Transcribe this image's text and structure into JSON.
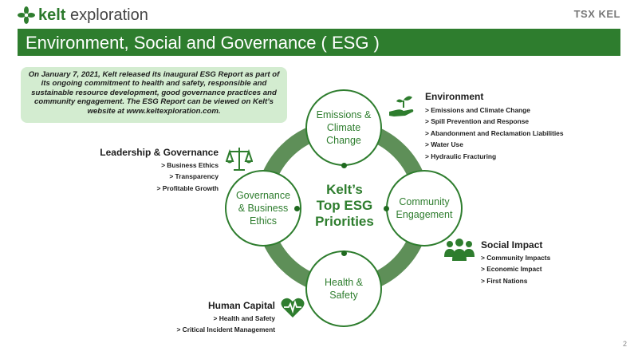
{
  "brand": {
    "name_bold": "kelt",
    "name_rest": " exploration",
    "ticker": "TSX KEL"
  },
  "title": "Environment, Social and Governance ( ESG )",
  "note": "On January 7, 2021, Kelt released its inaugural ESG Report as part of its ongoing commitment to health and safety, responsible and sustainable resource development, good governance practices and community engagement. The ESG Report can be viewed on Kelt’s website at www.keltexploration.com.",
  "center": [
    "Kelt’s",
    "Top ESG",
    "Priorities"
  ],
  "circles": {
    "top": [
      "Emissions &",
      "Climate",
      "Change"
    ],
    "right": [
      "Community",
      "Engagement"
    ],
    "bottom": [
      "Health &",
      "Safety"
    ],
    "left": [
      "Governance",
      "& Business",
      "Ethics"
    ]
  },
  "sections": {
    "environment": {
      "title": "Environment",
      "items": [
        "> Emissions and Climate Change",
        "> Spill Prevention and Response",
        "> Abandonment and Reclamation Liabilities",
        "> Water Use",
        "> Hydraulic Fracturing"
      ]
    },
    "leadership": {
      "title": "Leadership & Governance",
      "items": [
        "> Business Ethics",
        "> Transparency",
        "> Profitable Growth"
      ]
    },
    "social": {
      "title": "Social Impact",
      "items": [
        "> Community Impacts",
        "> Economic Impact",
        "> First Nations"
      ]
    },
    "human": {
      "title": "Human Capital",
      "items": [
        "> Health and Safety",
        "> Critical Incident Management"
      ]
    }
  },
  "page_number": "2",
  "colors": {
    "brand_green": "#2e7d2e",
    "ring_green": "#5e8f58",
    "note_bg": "#d3ecd0"
  }
}
